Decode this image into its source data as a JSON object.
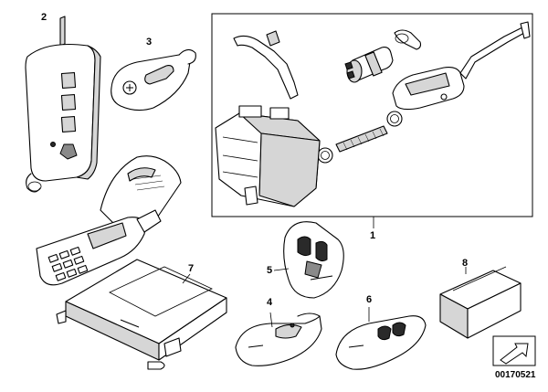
{
  "diagram": {
    "id_label": "00170521",
    "callouts": [
      "1",
      "2",
      "3",
      "4",
      "5",
      "6",
      "7",
      "8"
    ],
    "colors": {
      "line": "#000000",
      "fill": "#ffffff",
      "shade": "#d6d6d6",
      "dark": "#8a8a8a"
    }
  }
}
